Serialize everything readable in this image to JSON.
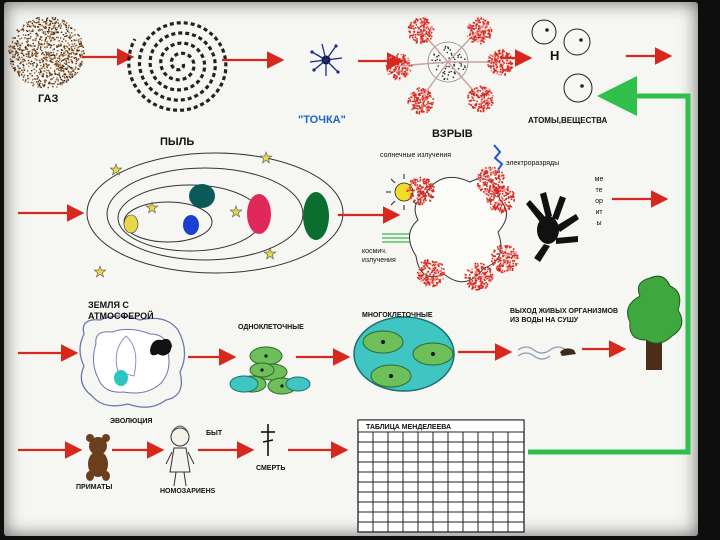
{
  "labels": {
    "gas": "ГАЗ",
    "dust": "ПЫЛЬ",
    "point": "\"ТОЧКА\"",
    "explosion": "ВЗРЫВ",
    "hydrogen": "H",
    "atoms": "АТОМЫ,ВЕЩЕСТВА",
    "solar_radiation": "солнечные излучения",
    "electric_discharges": "электроразряды",
    "cosmic_radiation_1": "космич.",
    "cosmic_radiation_2": "излучения",
    "meteorites": [
      "ме",
      "те",
      "ор",
      "ит",
      "ы"
    ],
    "earth_atmosphere_1": "ЗЕМЛЯ С",
    "earth_atmosphere_2": "АТМОСФЕРОЙ",
    "unicellular": "ОДНОКЛЕТОЧНЫЕ",
    "multicellular": "МНОГОКЛЕТОЧНЫЕ",
    "land_exit_1": "ВЫХОД ЖИВЫХ ОРГАНИЗМОВ",
    "land_exit_2": "ИЗ ВОДЫ НА СУШУ",
    "evolution": "ЭВОЛЮЦИЯ",
    "byt": "БЫТ",
    "death": "СМЕРТЬ",
    "primates": "ПРИМАТЫ",
    "homo_sapiens": "НОМОЗАРИЕНS",
    "mendeleev": "ТАБЛИЦА МЕНДЕЛЕЕВА"
  },
  "colors": {
    "arrow": "#d8281e",
    "cycle_arrow": "#2fbf4a",
    "explosion_red": "#d62a20",
    "planet_green": "#0c6e2e",
    "planet_teal": "#0a5a5a",
    "planet_red": "#e0285a",
    "planet_blue": "#1b3fd0",
    "planet_yellow": "#e6d84a",
    "cell_green": "#6dbf5a",
    "cell_cyan": "#3fc6c2",
    "tree_green": "#3ea83e",
    "sun_yellow": "#f2dc2a"
  },
  "icons": [
    "star-icon",
    "sun-icon",
    "tree-icon",
    "bear-icon",
    "cross-icon",
    "hand-icon"
  ]
}
